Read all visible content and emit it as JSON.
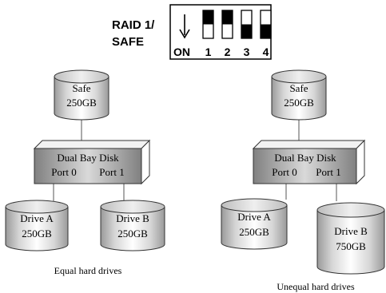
{
  "switch_panel": {
    "mode_label_line1": "RAID 1/",
    "mode_label_line2": "SAFE",
    "on_label": "ON",
    "arrow_glyph": "↓",
    "switches": [
      {
        "number": "1",
        "position": "up"
      },
      {
        "number": "2",
        "position": "up"
      },
      {
        "number": "3",
        "position": "down"
      },
      {
        "number": "4",
        "position": "down"
      }
    ]
  },
  "configs": [
    {
      "safe": {
        "title": "Safe",
        "capacity": "250GB"
      },
      "bay": {
        "title": "Dual Bay Disk",
        "port0": "Port 0",
        "port1": "Port 1"
      },
      "drive_a": {
        "title": "Drive A",
        "capacity": "250GB"
      },
      "drive_b": {
        "title": "Drive B",
        "capacity": "250GB"
      },
      "caption": "Equal hard drives"
    },
    {
      "safe": {
        "title": "Safe",
        "capacity": "250GB"
      },
      "bay": {
        "title": "Dual Bay Disk",
        "port0": "Port 0",
        "port1": "Port 1"
      },
      "drive_a": {
        "title": "Drive A",
        "capacity": "250GB"
      },
      "drive_b": {
        "title": "Drive B",
        "capacity": "750GB"
      },
      "caption": "Unequal hard drives"
    }
  ]
}
